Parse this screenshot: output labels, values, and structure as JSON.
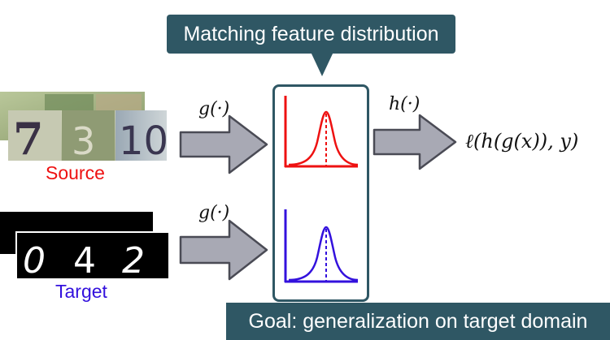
{
  "callout": {
    "text": "Matching feature distribution"
  },
  "goal": {
    "text": "Goal: generalization on target domain"
  },
  "mappings": {
    "g_source": "g(·)",
    "g_target": "g(·)",
    "h": "h(·)",
    "loss": "ℓ(h(g(x)), y)"
  },
  "domains": {
    "source_label": "Source",
    "target_label": "Target"
  },
  "target_digits": [
    "0",
    "4",
    "2"
  ],
  "source_digits": [
    "7",
    "3",
    "10"
  ],
  "colors": {
    "source": "#ee1111",
    "target": "#3311dd",
    "box": "#2f5764",
    "arrow_fill": "#a8a9b4",
    "arrow_stroke": "#4a4b55"
  }
}
